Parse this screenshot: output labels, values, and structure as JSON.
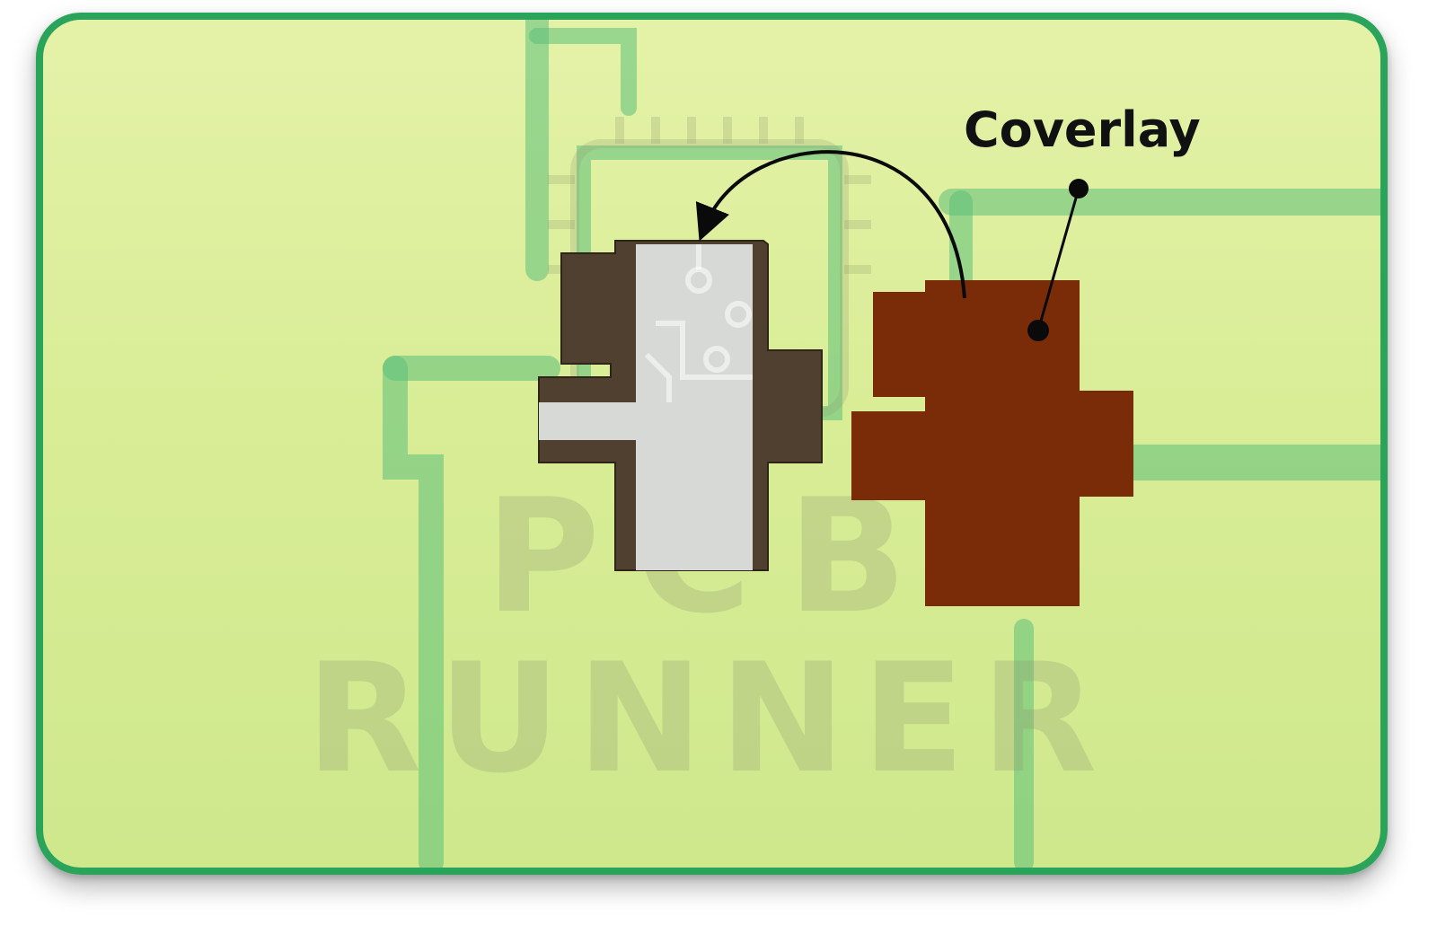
{
  "label": "Coverlay",
  "watermark": {
    "line1": "PCB",
    "line2": "RUNNER"
  },
  "colors": {
    "frame_border": "#2aa45a",
    "board_background": "#d9ed97",
    "trace_green": "#5cc07a",
    "coverlay_brown": "#7a2c08",
    "flex_dark": "#4f4030",
    "copper_silver": "#d6d9d6",
    "arrow": "#0a0a0a"
  },
  "icons": [
    "coverlay-piece",
    "flex-circuit-sample",
    "curved-arrow",
    "pointer-line"
  ]
}
